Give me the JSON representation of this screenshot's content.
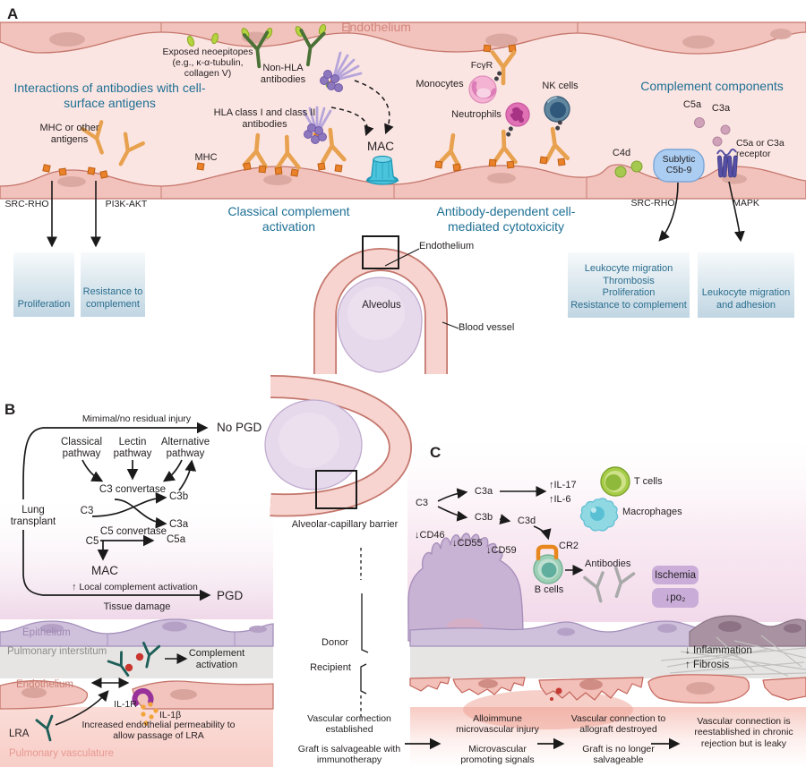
{
  "colors": {
    "accent_teal": "#1d6f94",
    "box_text": "#2a6d8e",
    "antibody_orange": "#e8a14f",
    "antibody_green": "#4a7136",
    "antibody_teal": "#1d5f58",
    "endothelium_fill": "#f2c3bc",
    "epithelium_fill": "#cfc0dc",
    "badge_purple": "#c9add8",
    "mac_cyan": "#4ac4dc",
    "complement_blue": "#abcdf2"
  },
  "panelA": {
    "label": "A",
    "endothelium": "Endothelium",
    "heading_interactions": "Interactions of antibodies with cell-surface antigens",
    "mhc_or_other_antigens": "MHC or other antigens",
    "src_rho": "SRC-RHO",
    "pi3k_akt": "PI3K-AKT",
    "box_proliferation": "Proliferation",
    "box_resistance": "Resistance to complement",
    "exposed_neoepitopes": "Exposed neoepitopes (e.g., κ-α-tubulin, collagen V)",
    "non_hla": "Non-HLA antibodies",
    "hla_class": "HLA class I and class II antibodies",
    "mhc": "MHC",
    "mac": "MAC",
    "heading_classical": "Classical complement activation",
    "fcyr": "FcγR",
    "monocytes": "Monocytes",
    "neutrophils": "Neutrophils",
    "nk_cells": "NK cells",
    "heading_adcc": "Antibody-dependent cell-mediated cytotoxicity",
    "heading_complement": "Complement components",
    "c5a": "C5a",
    "c3a": "C3a",
    "c4d": "C4d",
    "sublytic": "Sublytic C5b-9",
    "receptor": "C5a or C3a receptor",
    "src_rho_2": "SRC-RHO",
    "mapk": "MAPK",
    "box_leukocyte": [
      "Leukocyte migration",
      "Thrombosis",
      "Proliferation",
      "Resistance to complement"
    ],
    "box_adhesion": "Leukocyte migration and adhesion",
    "inset": {
      "endothelium": "Endothelium",
      "alveolus": "Alveolus",
      "blood_vessel": "Blood vessel"
    }
  },
  "panelB": {
    "label": "B",
    "minimal_injury": "Mimimal/no residual injury",
    "no_pgd": "No PGD",
    "classical_pathway": "Classical pathway",
    "lectin_pathway": "Lectin pathway",
    "alternative_pathway": "Alternative pathway",
    "c3_convertase": "C3 convertase",
    "c3": "C3",
    "c3b": "C3b",
    "c3a": "C3a",
    "c5_convertase": "C5 convertase",
    "c5": "C5",
    "c5a": "C5a",
    "mac": "MAC",
    "lung_transplant": "Lung transplant",
    "local_activation": "↑ Local complement activation",
    "pgd": "PGD",
    "tissue_damage": "Tissue damage",
    "epithelium": "Epithelium",
    "interstitium": "Pulmonary interstitum",
    "complement_activation": "Complement activation",
    "endothelium": "Endothelium",
    "il1r": "IL-1R",
    "il1b": "IL-1β",
    "lra": "LRA",
    "permeability": "Increased endothelial permeability to allow passage of LRA",
    "vasculature": "Pulmonary vasculature"
  },
  "middle": {
    "alveolar_capillary": "Alveolar-capillary barrier",
    "donor": "Donor",
    "recipient": "Recipient"
  },
  "panelC": {
    "label": "C",
    "c3": "C3",
    "c3a": "C3a",
    "c3b": "C3b",
    "c3d": "C3d",
    "il17": "↑IL-17",
    "il6": "↑IL-6",
    "t_cells": "T cells",
    "macrophages": "Macrophages",
    "cd46": "↓CD46",
    "cd55": "↓CD55",
    "cd59": "↓CD59",
    "cr2": "CR2",
    "b_cells": "B cells",
    "antibodies": "Antibodies",
    "ischemia": "Ischemia",
    "po2": "↓po₂",
    "inflammation": "↓ Inflammation",
    "fibrosis": "↑ Fibrosis"
  },
  "timeline": {
    "stage1_title": "Vascular connection established",
    "stage1_sub": "Graft is salvageable with immunotherapy",
    "stage2_title": "Alloimmune microvascular injury",
    "stage2_sub": "Microvascular promoting signals",
    "stage3_title": "Vascular connection to allograft destroyed",
    "stage3_sub": "Graft is no longer salvageable",
    "stage4_title": "Vascular connection is reestablished in chronic rejection but is leaky"
  }
}
